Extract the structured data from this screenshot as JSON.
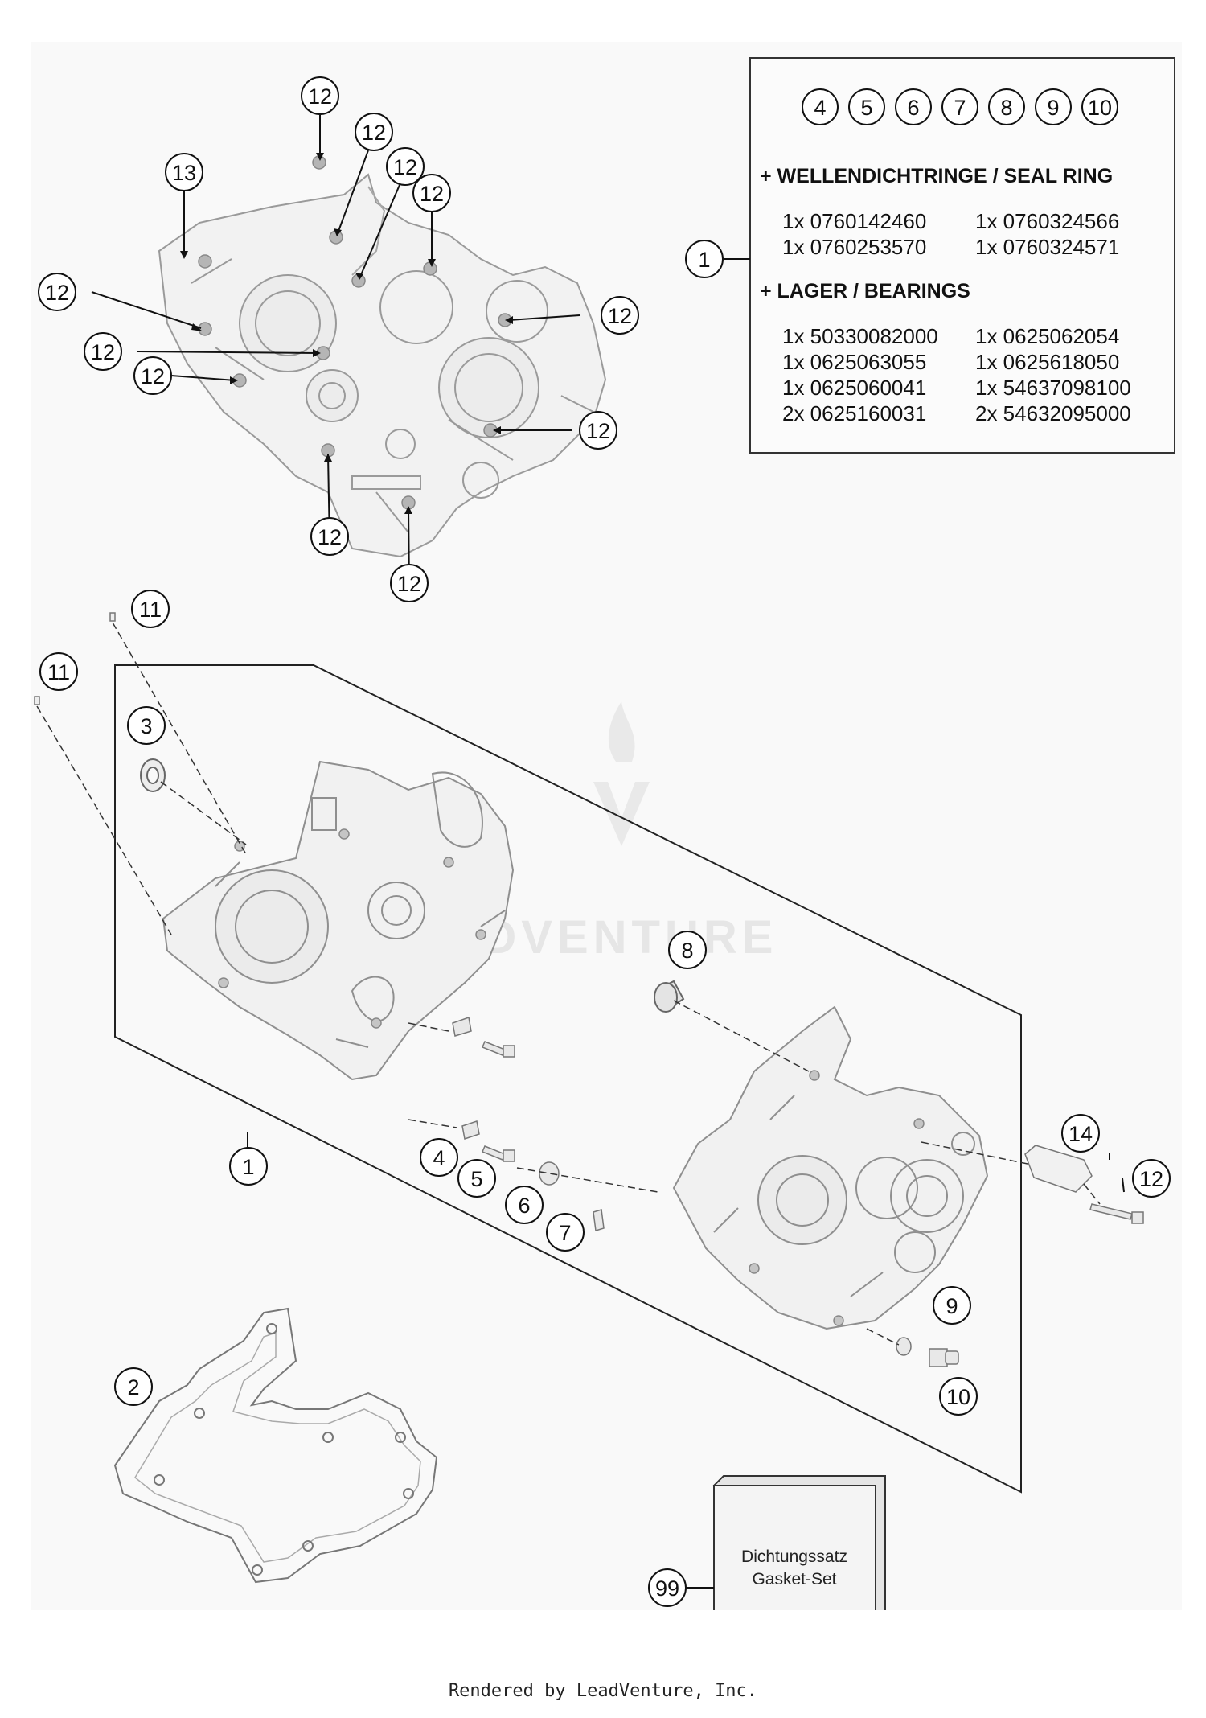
{
  "callouts": {
    "c12_top": "12",
    "c12_b": "12",
    "c13": "13",
    "c12_c": "12",
    "c12_d": "12",
    "c12_left1": "12",
    "c12_right1": "12",
    "c12_left2": "12",
    "c12_left3": "12",
    "c12_right2": "12",
    "c12_bottom1": "12",
    "c12_bottom2": "12",
    "c11_a": "11",
    "c11_b": "11",
    "c3": "3",
    "c8": "8",
    "c14": "14",
    "c12_bolt": "12",
    "c1_lower": "1",
    "c4": "4",
    "c5": "5",
    "c6": "6",
    "c7": "7",
    "c9": "9",
    "c10_lower": "10",
    "c2": "2",
    "c99": "99"
  },
  "info_box": {
    "callout": "1",
    "items": [
      "4",
      "5",
      "6",
      "7",
      "8",
      "9",
      "10"
    ],
    "seal_heading": "+ WELLENDICHTRINGE / SEAL RING",
    "seal_rows": [
      [
        "1x 0760142460",
        "1x 0760324566"
      ],
      [
        "1x 0760253570",
        "1x 0760324571"
      ]
    ],
    "bearing_heading": "+ LAGER / BEARINGS",
    "bearing_rows": [
      [
        "1x 50330082000",
        "1x 0625062054"
      ],
      [
        "1x 0625063055",
        "1x 0625618050"
      ],
      [
        "1x 0625060041",
        "1x 54637098100"
      ],
      [
        "2x 0625160031",
        "2x 54632095000"
      ]
    ]
  },
  "gasket_set": {
    "line1": "Dichtungssatz",
    "line2": "Gasket-Set"
  },
  "watermark": "ADVENTURE",
  "footer": "Rendered by LeadVenture, Inc."
}
